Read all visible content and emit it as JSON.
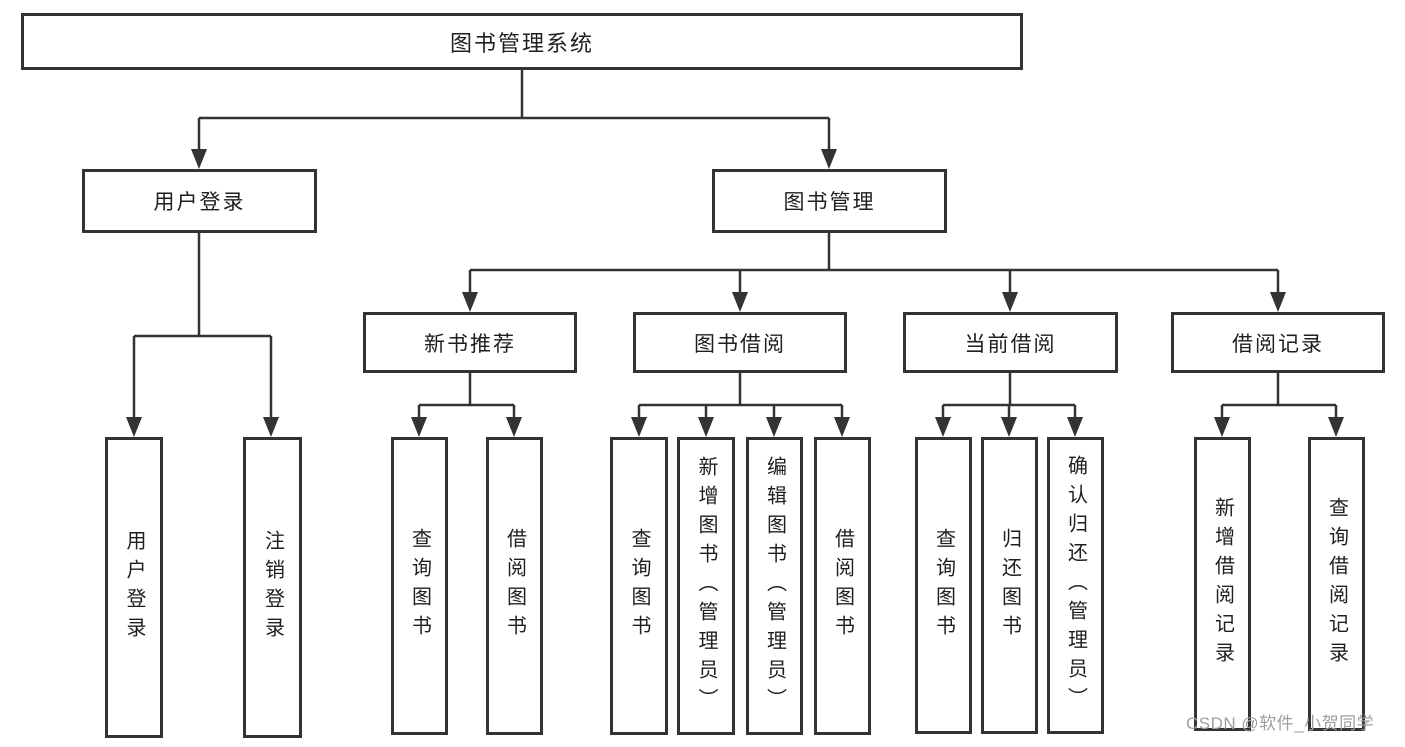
{
  "tree": {
    "root": {
      "label": "图书管理系统",
      "children": [
        {
          "label": "用户登录",
          "children": [
            {
              "label": "用户登录"
            },
            {
              "label": "注销登录"
            }
          ]
        },
        {
          "label": "图书管理",
          "children": [
            {
              "label": "新书推荐",
              "children": [
                {
                  "label": "查询图书"
                },
                {
                  "label": "借阅图书"
                }
              ]
            },
            {
              "label": "图书借阅",
              "children": [
                {
                  "label": "查询图书"
                },
                {
                  "label": "新增图书（管理员）"
                },
                {
                  "label": "编辑图书（管理员）"
                },
                {
                  "label": "借阅图书"
                }
              ]
            },
            {
              "label": "当前借阅",
              "children": [
                {
                  "label": "查询图书"
                },
                {
                  "label": "归还图书"
                },
                {
                  "label": "确认归还（管理员）"
                }
              ]
            },
            {
              "label": "借阅记录",
              "children": [
                {
                  "label": "新增借阅记录"
                },
                {
                  "label": "查询借阅记录"
                }
              ]
            }
          ]
        }
      ]
    }
  },
  "watermark": {
    "text": "CSDN @软件_小贺同学"
  },
  "colors": {
    "line": "#333333",
    "text": "#1f1f1f",
    "watermark_text": "#9e9e9e",
    "background": "#ffffff"
  }
}
